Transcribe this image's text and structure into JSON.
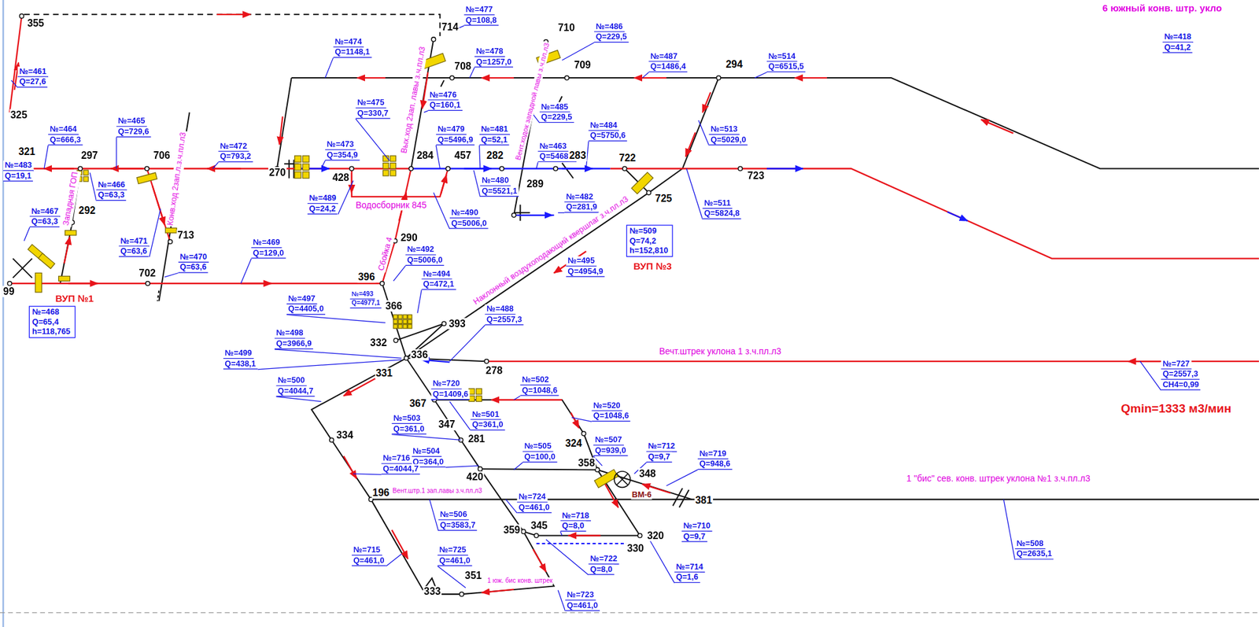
{
  "diagram": {
    "nodes": [
      {
        "text": [
          "№=468",
          "Q=65,4",
          "h=118,765"
        ]
      },
      {
        "text": [
          "№=509",
          "Q=74,2",
          "h=152,810"
        ]
      }
    ],
    "labels": [
      "6 южный конв. штр. укло",
      "№=418",
      "Q=41,2",
      "№=461",
      "Q=27,6",
      "355",
      "325",
      "№=474",
      "Q=1148,1",
      "№=477",
      "Q=108,8",
      "714",
      "710",
      "№=486",
      "Q=229,5",
      "№=478",
      "Q=1257,0",
      "708",
      "709",
      "№=487",
      "Q=1486,4",
      "294",
      "№=514",
      "Q=6515,5",
      "№=465",
      "Q=729,6",
      "№=464",
      "Q=666,3",
      "№=475",
      "Q=330,7",
      "№=476",
      "Q=160,1",
      "№=485",
      "Q=229,5",
      "№=513",
      "Q=5029,0",
      "321",
      "297",
      "706",
      "№=472",
      "Q=793,2",
      "№=473",
      "Q=354,9",
      "284",
      "457",
      "№=479",
      "Q=5496,9",
      "№=481",
      "Q=52,1",
      "282",
      "№=463",
      "Q=5468,7",
      "283",
      "№=484",
      "Q=5750,6",
      "722",
      "№=483",
      "Q=19,1",
      "270",
      "428",
      "289",
      "723",
      "725",
      "№=466",
      "Q=63,3",
      "№=480",
      "Q=5521,1",
      "№=482",
      "Q=281,9",
      "№=489",
      "Q=24,2",
      "Водосборник 845",
      "№=511",
      "Q=5824,8",
      "№=467",
      "Q=63,3",
      "292",
      "№=490",
      "Q=5006,0",
      "№=471",
      "Q=63,6",
      "№=469",
      "Q=129,0",
      "290",
      "713",
      "№=470",
      "Q=63,6",
      "№=492",
      "Q=5006,0",
      "№=495",
      "Q=4954,9",
      "ВУП №1",
      "702",
      "99",
      "ВУП №3",
      "396",
      "№=494",
      "Q=472,1",
      "№=493",
      "Q=4977,1",
      "366",
      "393",
      "№=497",
      "Q=4405,0",
      "№=488",
      "Q=2557,3",
      "№=498",
      "Q=3966,9",
      "332",
      "336",
      "278",
      "Вечт.штрек уклона 1 з.ч.пл.л3",
      "№=499",
      "Q=438,1",
      "331",
      "№=727",
      "Q=2557,3",
      "CH4=0,99",
      "Qmin=1333 м3/мин",
      "№=500",
      "Q=4044,7",
      "№=720",
      "Q=1409,6",
      "№=502",
      "Q=1048,6",
      "367",
      "№=503",
      "Q=361,0",
      "№=501",
      "Q=361,0",
      "№=520",
      "Q=1048,6",
      "347",
      "334",
      "281",
      "№=507",
      "Q=939,0",
      "324",
      "№=712",
      "Q=9,7",
      "№=504",
      "Q=364,0",
      "№=505",
      "Q=100,0",
      "№=719",
      "Q=948,6",
      "№=716",
      "Q=4044,7",
      "358",
      "348",
      "420",
      "1 \"бис\" сев. конв. штрек уклона №1 з.ч.пл.л3",
      "ВМ-6",
      "196",
      "Вент.штр.1 зап.лавы з.ч.пл.л3",
      "№=724",
      "Q=461,0",
      "381",
      "№=506",
      "Q=3583,7",
      "№=718",
      "Q=8,0",
      "№=710",
      "Q=9,7",
      "359",
      "345",
      "320",
      "330",
      "№=508",
      "Q=2635,1",
      "№=715",
      "Q=461,0",
      "№=725",
      "Q=461,0",
      "№=722",
      "Q=8,0",
      "№=714",
      "Q=1,6",
      "351",
      "1 юж. бис конв. штрек",
      "333",
      "№=723",
      "Q=461,0",
      "Западная ГОП",
      "Конв.ход 2зап.л.з.ч.пл.л3",
      "Вых.ход 2зап. лавы з.ч.пл.л3",
      "Вент.ходок западной лавы з.ч.пл.л3",
      "Сбойка 4",
      "Наклонный воздухоподающий квершлаг з.ч.пл.л3"
    ]
  }
}
